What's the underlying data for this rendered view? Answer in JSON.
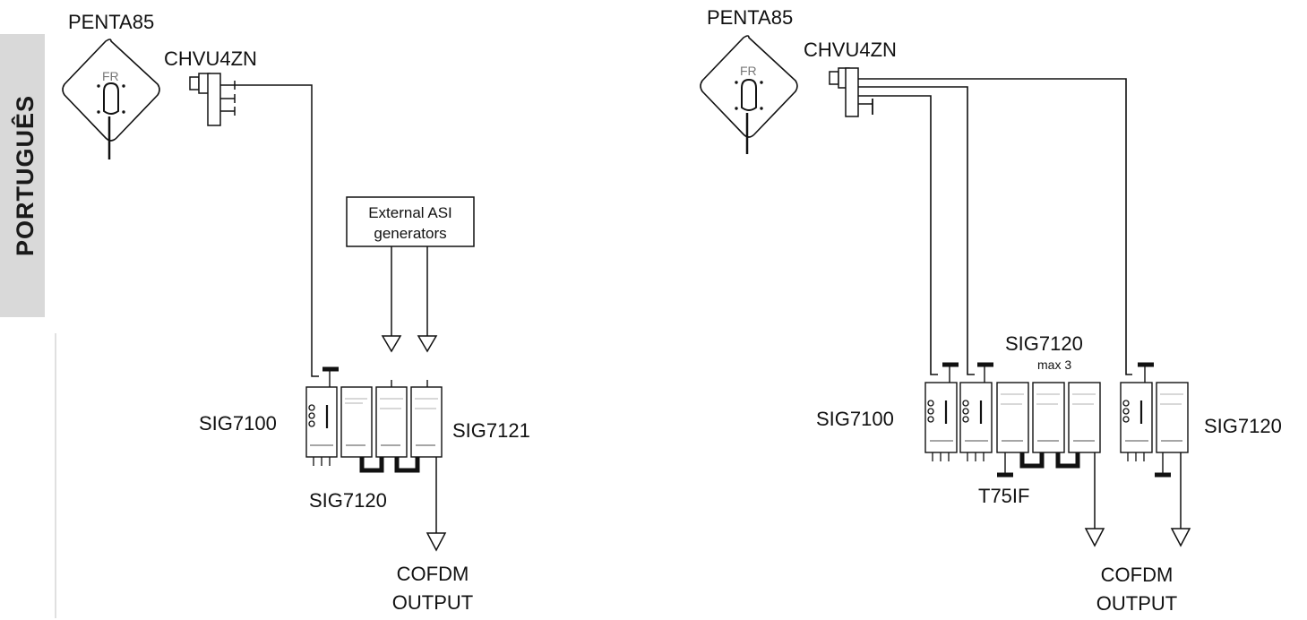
{
  "side_tab": {
    "label": "PORTUGUÊS",
    "bg_color": "#d9d9d9"
  },
  "left": {
    "antenna_label": "PENTA85",
    "antenna_mark": "FR",
    "lnb_label": "CHVU4ZN",
    "asi_box": {
      "line1": "External ASI",
      "line2": "generators"
    },
    "module_sig7100_label": "SIG7100",
    "module_sig7121_label": "SIG7121",
    "module_sig7120_label": "SIG7120",
    "output": {
      "line1": "COFDM",
      "line2": "OUTPUT"
    }
  },
  "right": {
    "antenna_label": "PENTA85",
    "antenna_mark": "FR",
    "lnb_label": "CHVU4ZN",
    "group_label": "SIG7120",
    "group_sublabel": "max 3",
    "module_sig7100_label": "SIG7100",
    "module_sig7120_label": "SIG7120",
    "terminator_label": "T75IF",
    "output_a": {
      "line1": "COFDM",
      "line2": "OUTPUT"
    }
  },
  "colors": {
    "line": "#111111",
    "tab_text": "#1a1a1a"
  }
}
